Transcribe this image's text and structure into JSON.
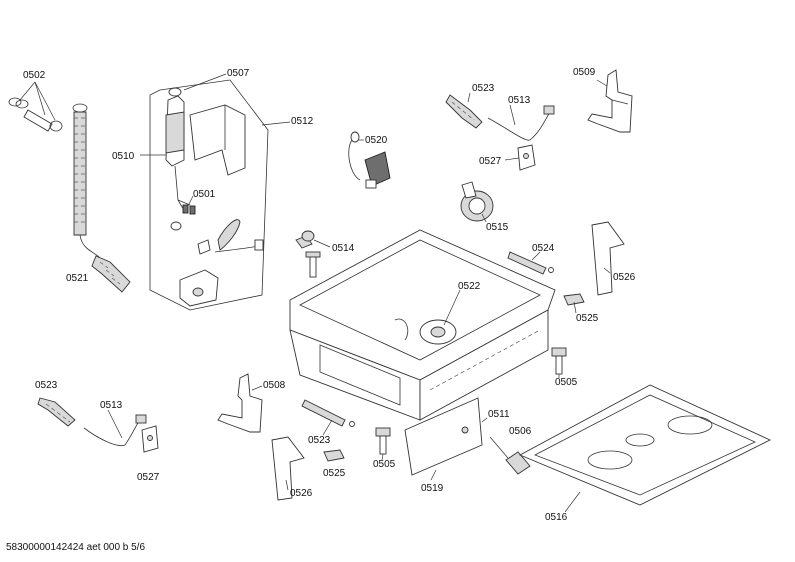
{
  "labels": {
    "l0502": "0502",
    "l0507": "0507",
    "l0512": "0512",
    "l0510": "0510",
    "l0501": "0501",
    "l0521": "0521",
    "l0520": "0520",
    "l0523a": "0523",
    "l0513a": "0513",
    "l0509": "0509",
    "l0527a": "0527",
    "l0515": "0515",
    "l0514": "0514",
    "l0524": "0524",
    "l0526a": "0526",
    "l0522": "0522",
    "l0525a": "0525",
    "l0505a": "0505",
    "l0523b": "0523",
    "l0513b": "0513",
    "l0527b": "0527",
    "l0508": "0508",
    "l0523c": "0523",
    "l0525b": "0525",
    "l0505b": "0505",
    "l0526b": "0526",
    "l0519": "0519",
    "l0511": "0511",
    "l0506": "0506",
    "l0516": "0516"
  },
  "footer": "58300000142424 aet 000 b 5/6"
}
